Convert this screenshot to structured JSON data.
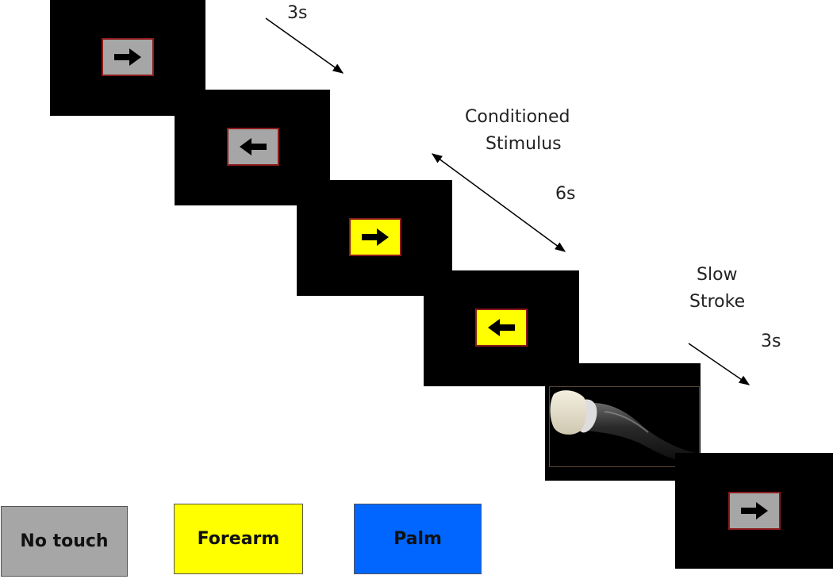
{
  "colors": {
    "no_touch": "#a6a6a6",
    "forearm": "#ffff00",
    "palm": "#0066ff",
    "screen": "#000000",
    "cue_border": "#8b1a1a"
  },
  "cues": [
    {
      "direction": "right",
      "condition": "no_touch"
    },
    {
      "direction": "left",
      "condition": "no_touch"
    },
    {
      "direction": "right",
      "condition": "forearm"
    },
    {
      "direction": "left",
      "condition": "forearm"
    },
    {
      "direction": "brush",
      "condition": "stroke"
    },
    {
      "direction": "right",
      "condition": "no_touch"
    }
  ],
  "timing": {
    "first_interval": "3s",
    "conditioned_label_line1": "Conditioned",
    "conditioned_label_line2": "Stimulus",
    "conditioned_interval": "6s",
    "stroke_label_line1": "Slow",
    "stroke_label_line2": "Stroke",
    "stroke_interval": "3s"
  },
  "legend": {
    "no_touch": "No touch",
    "forearm": "Forearm",
    "palm": "Palm"
  }
}
